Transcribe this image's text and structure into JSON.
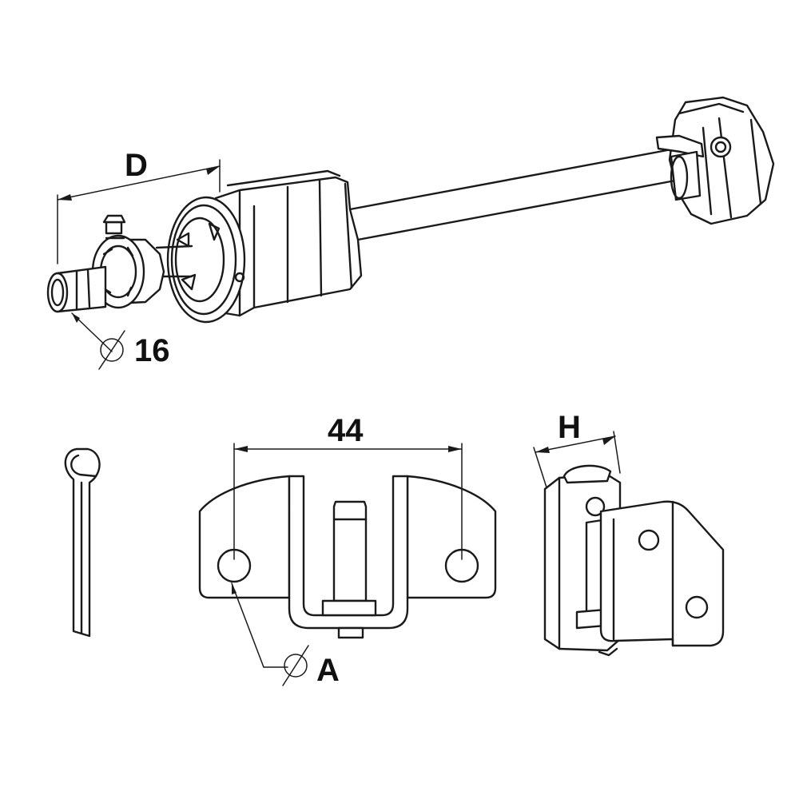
{
  "labels": {
    "dim_d": "D",
    "dim_16": "16",
    "dim_44": "44",
    "dim_h": "H",
    "dim_a": "A"
  }
}
